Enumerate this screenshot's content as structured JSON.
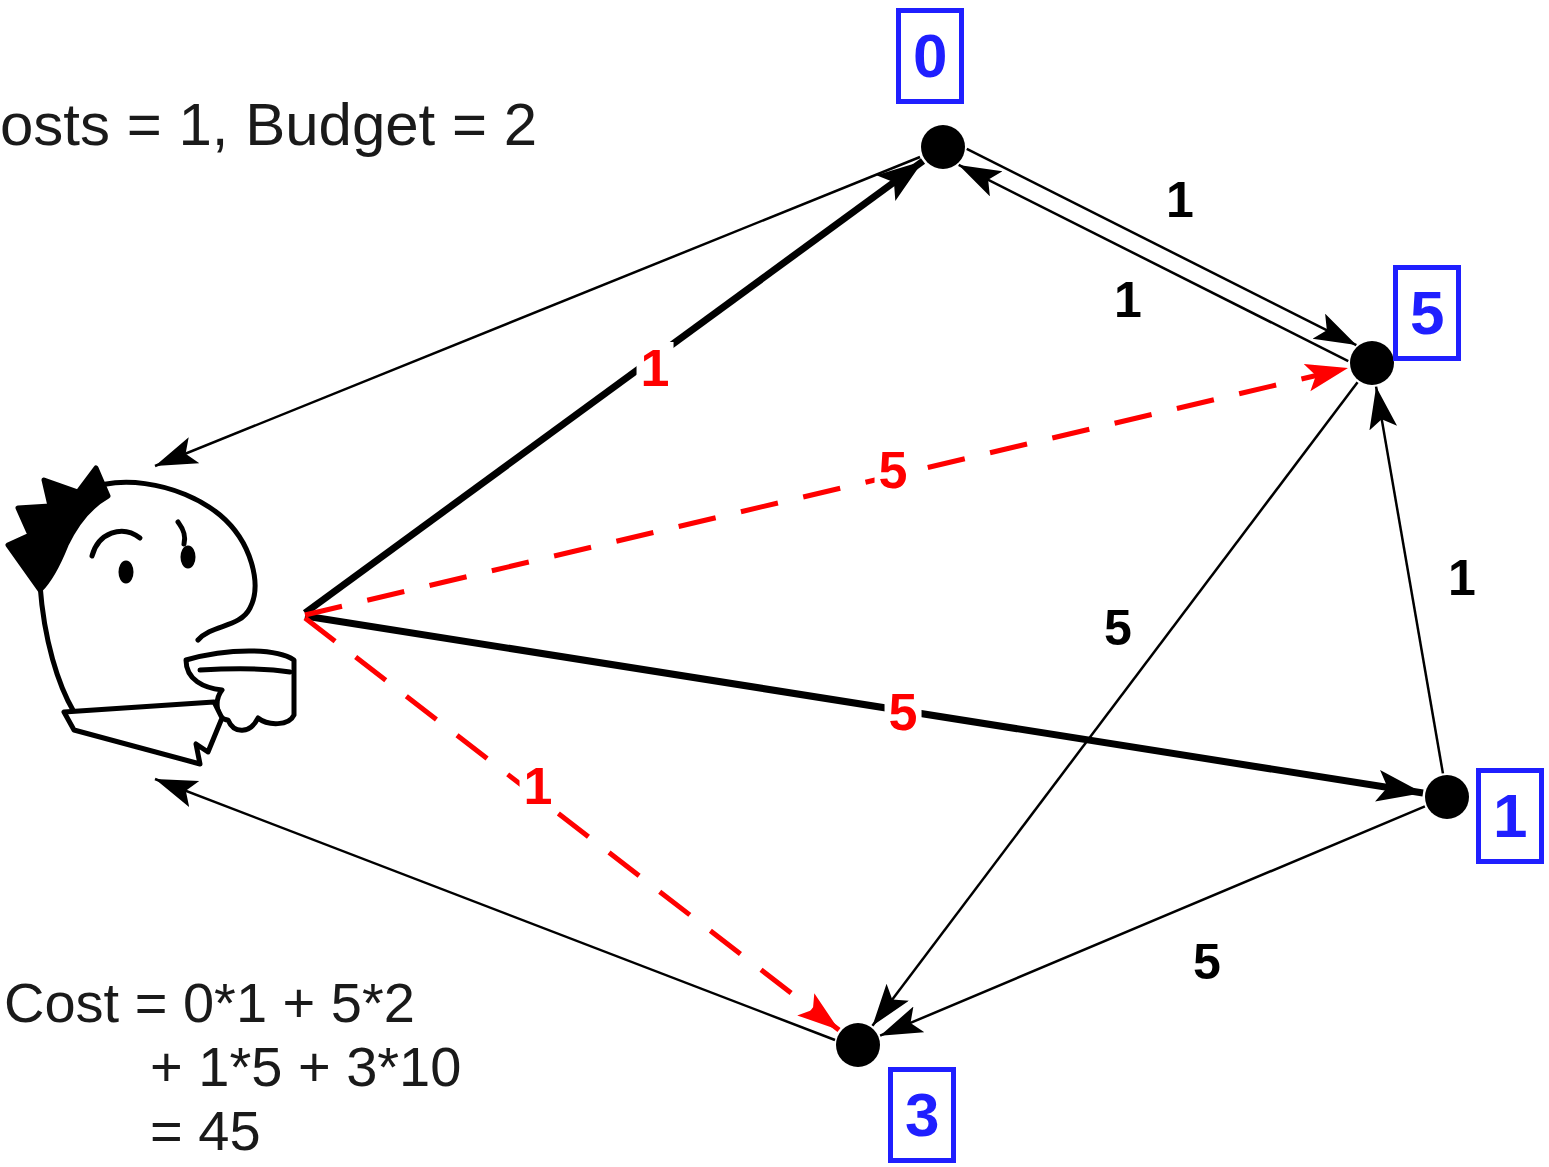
{
  "diagram": {
    "nodes": [
      {
        "text": [
          "0"
        ]
      },
      {
        "text": [
          "5"
        ]
      },
      {
        "text": [
          "1"
        ]
      },
      {
        "text": [
          "3"
        ]
      }
    ],
    "edges": [
      {
        "from": 0,
        "to": 1,
        "arrow": "to",
        "label": "1"
      },
      {
        "from": 1,
        "to": 0,
        "arrow": "to",
        "label": "1"
      },
      {
        "from": 2,
        "to": 1,
        "arrow": "to",
        "label": "1"
      },
      {
        "from": 1,
        "to": 3,
        "arrow": "to",
        "label": "5"
      },
      {
        "from": 2,
        "to": 3,
        "arrow": "to",
        "label": "5"
      }
    ],
    "labels": [
      "osts = 1, Budget = 2",
      "1",
      "5",
      "5",
      "1",
      "Cost = 0*1 + 5*2",
      "+ 1*5 + 3*10",
      "= 45"
    ]
  }
}
